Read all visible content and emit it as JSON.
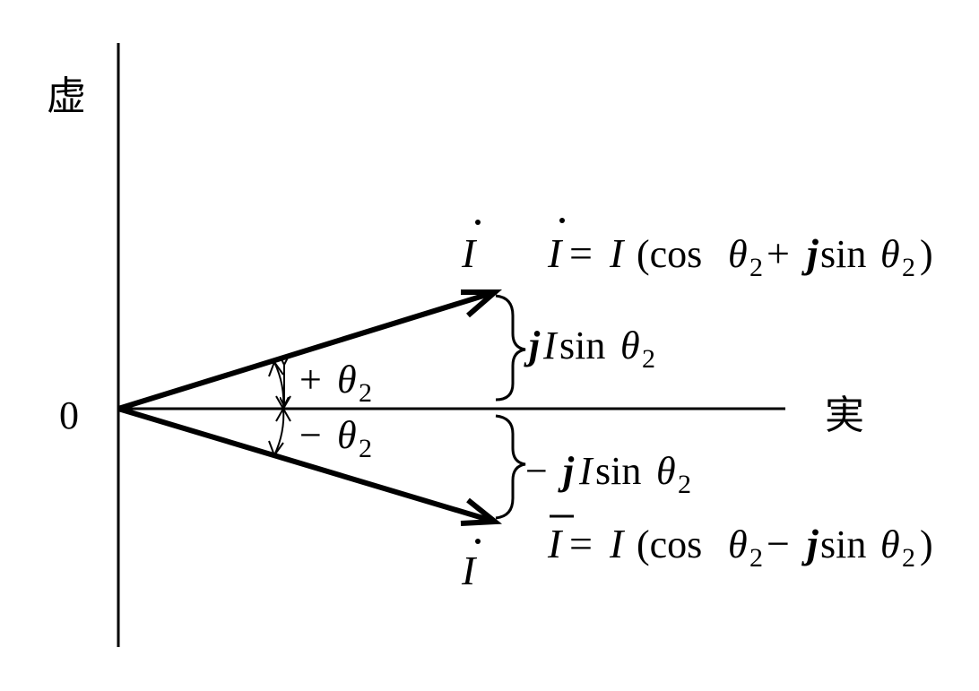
{
  "axes": {
    "imag_label": "虚",
    "real_label": "実",
    "origin_label": "0"
  },
  "phasor_upper": {
    "label": "I",
    "formula_lhs": "I",
    "formula_rhs_I": "I",
    "formula_open": "(cos",
    "formula_theta": "θ",
    "formula_sub": "2",
    "formula_plus": "+",
    "formula_j": "j",
    "formula_sin": "sin",
    "formula_theta2": "θ",
    "formula_sub2": "2",
    "formula_close": ")"
  },
  "phasor_lower": {
    "label": "I",
    "formula_lhs": "I",
    "formula_rhs_I": "I",
    "formula_open": "(cos",
    "formula_theta": "θ",
    "formula_sub": "2",
    "formula_minus": "−",
    "formula_j": "j",
    "formula_sin": "sin",
    "formula_theta2": "θ",
    "formula_sub2": "2",
    "formula_close": ")"
  },
  "angle_upper": {
    "sign": "+",
    "theta": "θ",
    "sub": "2"
  },
  "angle_lower": {
    "sign": "−",
    "theta": "θ",
    "sub": "2"
  },
  "brace_upper": {
    "j": "j",
    "I": "I",
    "sin": "sin",
    "theta": "θ",
    "sub": "2"
  },
  "brace_lower": {
    "sign": "−",
    "j": "j",
    "I": "I",
    "sin": "sin",
    "theta": "θ",
    "sub": "2"
  },
  "equals": "="
}
